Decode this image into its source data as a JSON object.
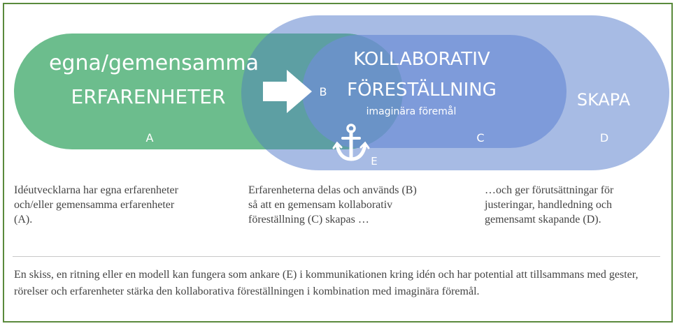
{
  "diagram": {
    "colors": {
      "green": "#6cbd8d",
      "light_blue": "#a7bbe4",
      "mid_blue": "#7895d8",
      "overlap": "#5c9994",
      "frame": "#5a8a3c"
    },
    "labels": {
      "egna": "egna/gemensamma",
      "erfarenheter": "ERFARENHETER",
      "a": "A",
      "b": "B",
      "kollaborativ": "KOLLABORATIV",
      "forestallning": "FÖRESTÄLLNING",
      "imaginara": "imaginära föremål",
      "c": "C",
      "skapa": "SKAPA",
      "d": "D",
      "e": "E"
    },
    "icons": [
      "arrow-right-icon",
      "anchor-icon"
    ]
  },
  "captions": {
    "col1": "Idéutvecklarna har egna erfarenheter och/eller gemensamma erfarenheter (A).",
    "col2": "Erfarenheterna delas och används (B) så att en gemensam kollaborativ föreställning (C) skapas …",
    "col3": "…och ger förutsättningar för justeringar, handledning och gemensamt skapande (D)."
  },
  "footer": "En skiss, en ritning eller en modell kan fungera som ankare (E) i kommunikationen kring idén och har potential att tillsammans med gester, rörelser och erfarenheter stärka den kollaborativa föreställningen i kombination med imaginära föremål."
}
